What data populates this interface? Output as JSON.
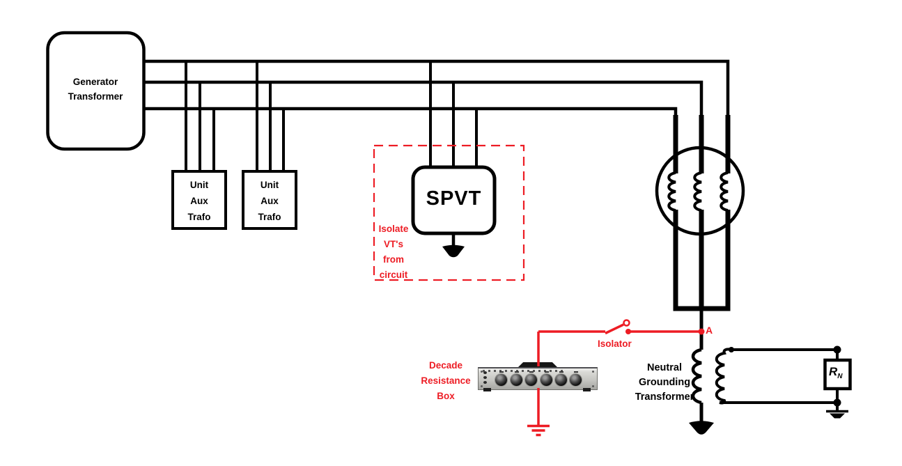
{
  "colors": {
    "wire": "#000000",
    "accent_red": "#ed1c24",
    "background": "#ffffff",
    "instrument_panel_gray": "#c6c6c2"
  },
  "labels": {
    "generator_transformer": "Generator\nTransformer",
    "unit_aux_trafo_1": "Unit\nAux\nTrafo",
    "unit_aux_trafo_2": "Unit\nAux\nTrafo",
    "spvt": "SPVT",
    "isolate_note": "Isolate\nVT's\nfrom\ncircuit",
    "isolator": "Isolator",
    "point_a": "A",
    "decade_resistance_box": "Decade\nResistance\nBox",
    "neutral_grounding_transformer": "Neutral\nGrounding\nTransformer",
    "rn_symbol": "R",
    "rn_subscript": "N"
  },
  "icons": {
    "generator": "three-phase-generator-winding-icon",
    "spvt_ground": "earth-ground-icon",
    "ngt_ground": "earth-ground-icon",
    "rn_ground": "earth-ground-icon",
    "decade_box_ground": "earth-ground-icon",
    "isolator_switch": "open-disconnect-switch-icon",
    "decade_box": "decade-resistance-box-photo"
  }
}
